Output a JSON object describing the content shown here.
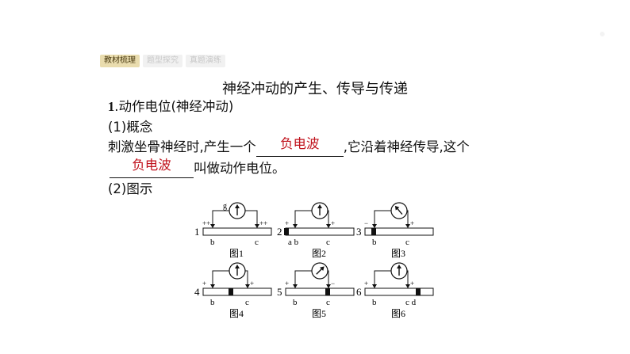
{
  "tabs": [
    {
      "label": "教材梳理",
      "active": true
    },
    {
      "label": "题型探究",
      "active": false
    },
    {
      "label": "真题演练",
      "active": false
    }
  ],
  "heading": "神经冲动的产生、传导与传递",
  "section": {
    "number": "1",
    "title": ".动作电位(神经冲动)"
  },
  "subsection1": "(1)概念",
  "definition": {
    "part1": "刺激坐骨神经时,产生一个",
    "answer1": "负电波",
    "part2": ",它沿着神经传导,这个",
    "answer2": "负电波",
    "part3": "叫做动作电位。"
  },
  "subsection2": "(2)图示",
  "figure": {
    "panels": [
      {
        "number": "1",
        "caption": "图1",
        "meter_label": "g",
        "left_sign": "++",
        "right_sign": "++",
        "labels": [
          "b",
          "c"
        ]
      },
      {
        "number": "2",
        "caption": "图2",
        "left_sign": "+",
        "right_sign": "+",
        "labels": [
          "a b",
          "c"
        ]
      },
      {
        "number": "3",
        "caption": "图3",
        "left_sign": "−",
        "right_sign": "+",
        "labels": [
          "b",
          "c"
        ]
      },
      {
        "number": "4",
        "caption": "图4",
        "left_sign": "+",
        "right_sign": "+",
        "labels": [
          "b",
          "c"
        ]
      },
      {
        "number": "5",
        "caption": "图5",
        "left_sign": "+",
        "right_sign": "−",
        "labels": [
          "b",
          "c"
        ]
      },
      {
        "number": "6",
        "caption": "图6",
        "left_sign": "+",
        "right_sign": "+",
        "labels": [
          "b",
          "c d"
        ]
      }
    ]
  }
}
